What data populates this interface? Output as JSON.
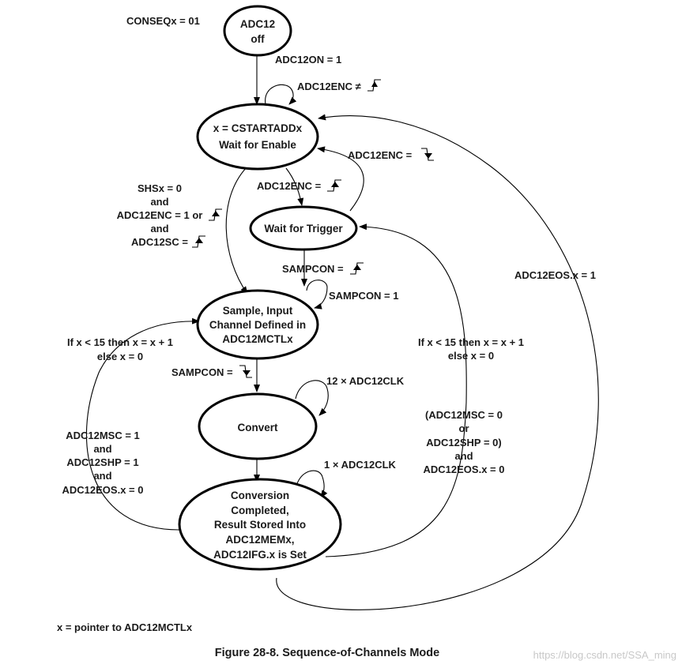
{
  "notes": {
    "conseq": "CONSEQx = 01",
    "pointer": "x = pointer to ADC12MCTLx"
  },
  "figure_caption": "Figure 28-8. Sequence-of-Channels Mode",
  "watermark": "https://blog.csdn.net/SSA_ming",
  "states": {
    "off": [
      "ADC12",
      "off"
    ],
    "wait_enable": [
      "x = CSTARTADDx",
      "Wait for Enable"
    ],
    "wait_trigger": [
      "Wait for Trigger"
    ],
    "sample": [
      "Sample, Input",
      "Channel Defined in",
      "ADC12MCTLx"
    ],
    "convert": [
      "Convert"
    ],
    "completed": [
      "Conversion",
      "Completed,",
      "Result Stored Into",
      "ADC12MEMx,",
      "ADC12IFG.x is Set"
    ]
  },
  "transitions": {
    "adc12on": "ADC12ON = 1",
    "enc_not_rising": "ADC12ENC ≠",
    "enc_falling": "ADC12ENC  =",
    "enc_rising": "ADC12ENC  =",
    "shs_condition": [
      "SHSx = 0",
      "and",
      "ADC12ENC = 1 or",
      "and",
      "ADC12SC ="
    ],
    "sampcon_rising": "SAMPCON =",
    "sampcon_hold": "SAMPCON = 1",
    "sampcon_falling": "SAMPCON =",
    "convert_clocks": "12 × ADC12CLK",
    "complete_clocks": "1 × ADC12CLK",
    "left_increment": [
      "If x < 15 then x = x + 1",
      "else x = 0"
    ],
    "left_condition": [
      "ADC12MSC = 1",
      "and",
      "ADC12SHP = 1",
      "and",
      "ADC12EOS.x = 0"
    ],
    "right_increment": [
      "If x < 15 then x = x + 1",
      "else x = 0"
    ],
    "right_condition": [
      "(ADC12MSC = 0",
      "or",
      "ADC12SHP = 0)",
      "and",
      "ADC12EOS.x = 0"
    ],
    "eos_exit": "ADC12EOS.x = 1"
  }
}
